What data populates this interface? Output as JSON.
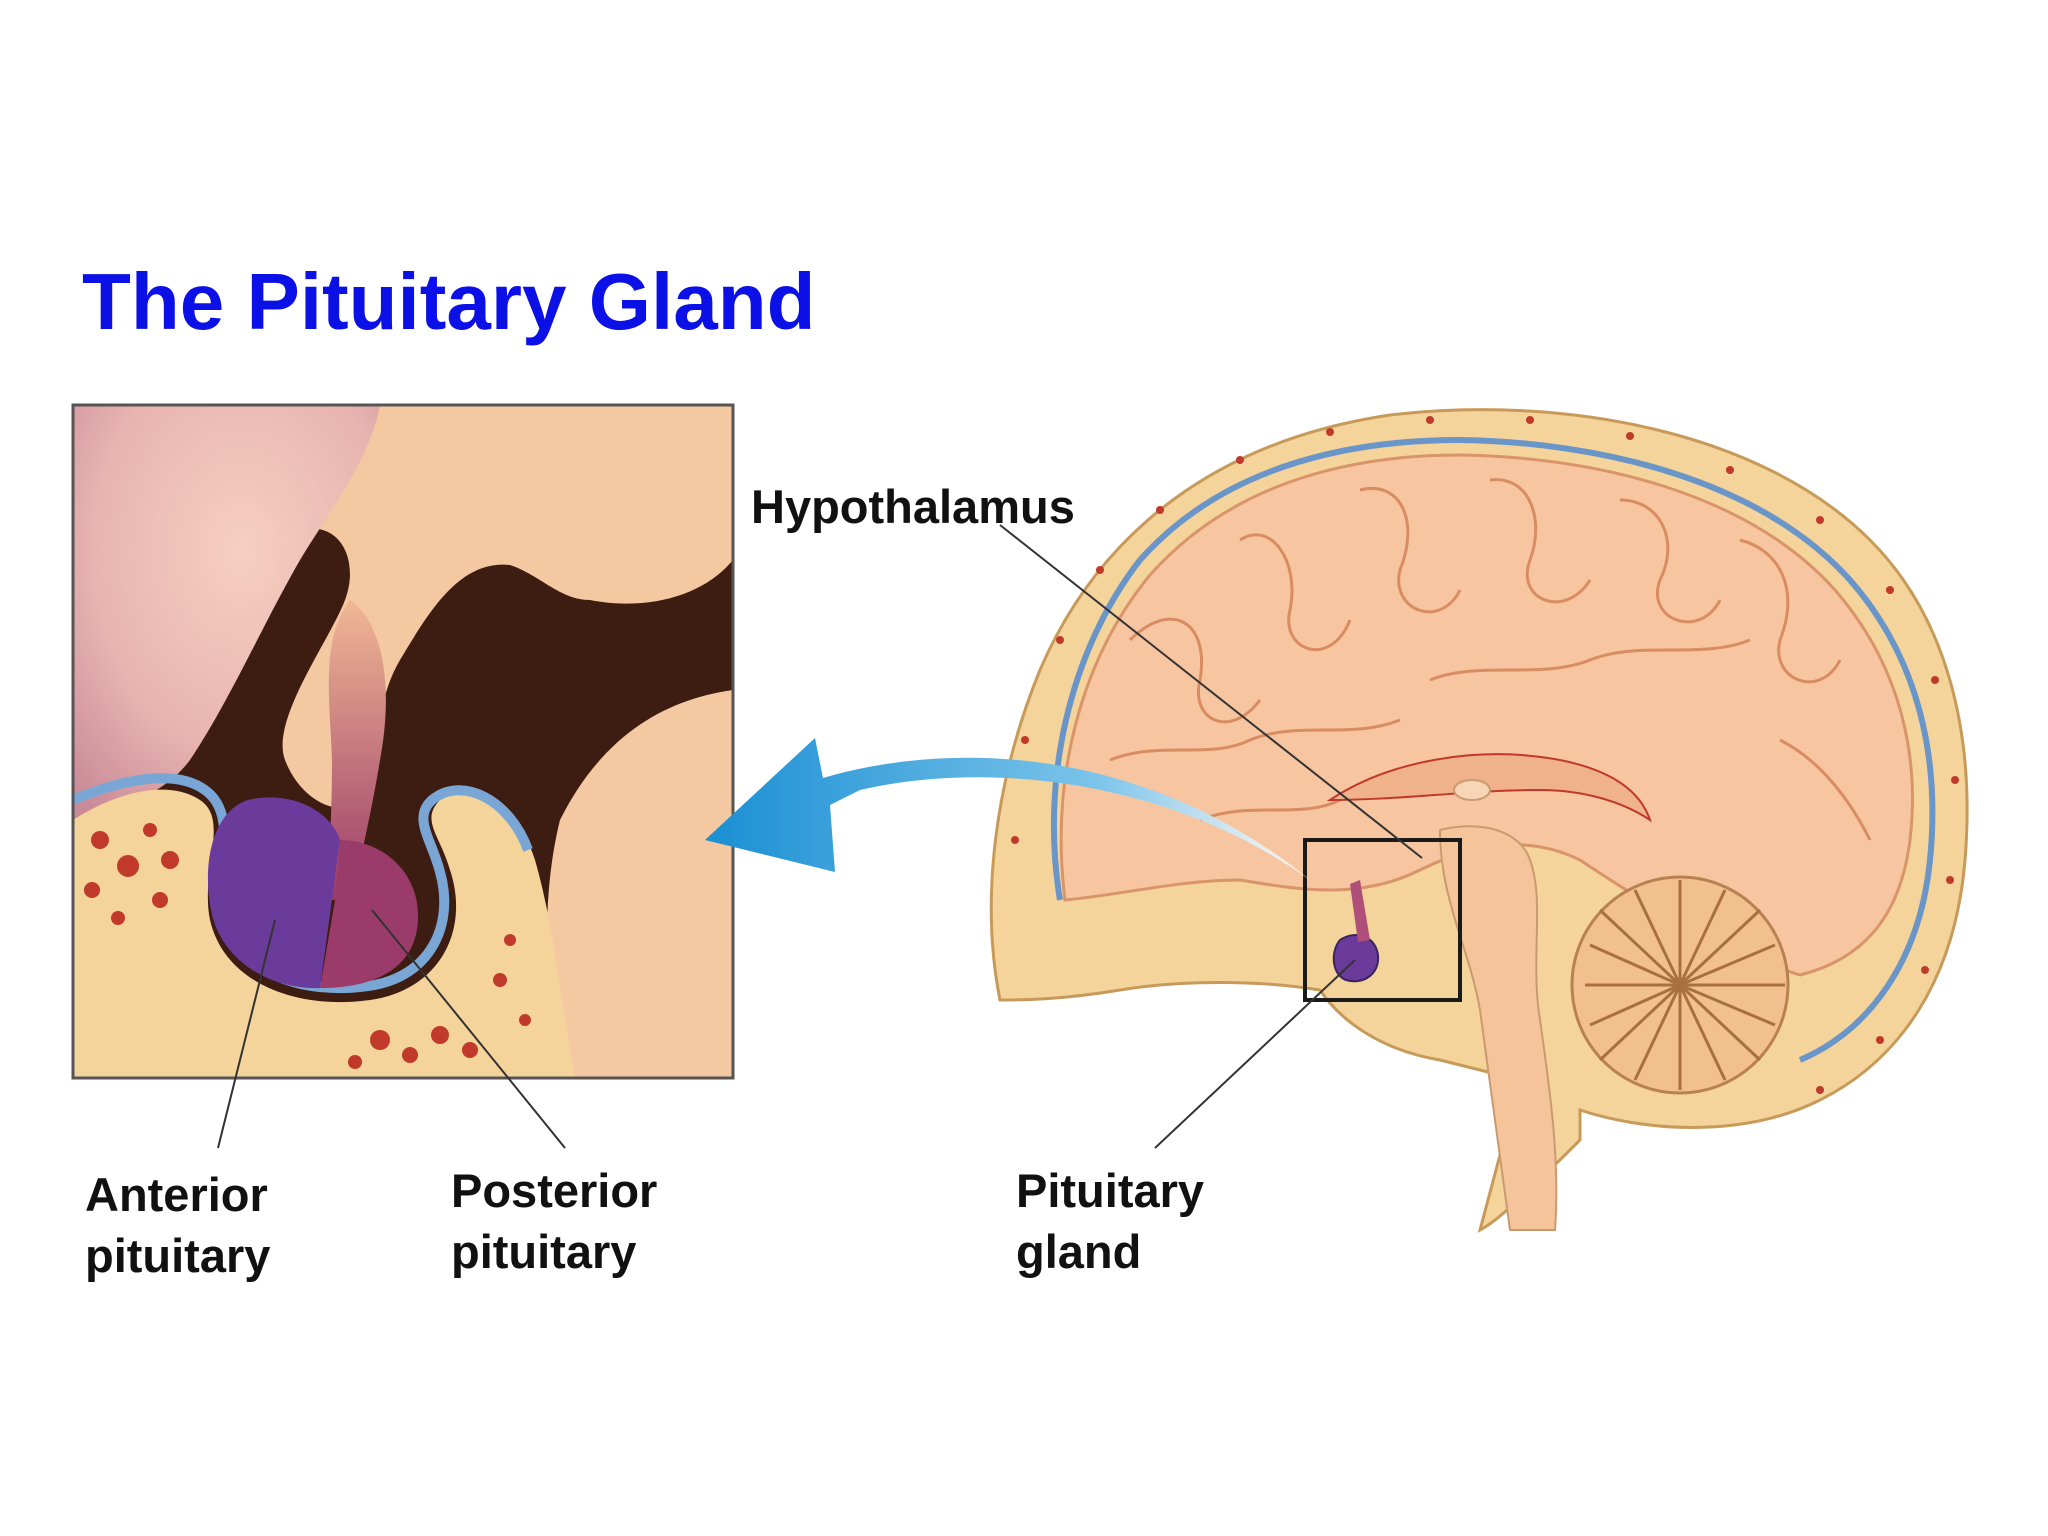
{
  "title": "The Pituitary Gland",
  "labels": {
    "hypothalamus": "Hypothalamus",
    "anterior_line1": "Anterior",
    "anterior_line2": "pituitary",
    "posterior_line1": "Posterior",
    "posterior_line2": "pituitary",
    "gland_line1": "Pituitary",
    "gland_line2": "gland"
  },
  "colors": {
    "title": "#0a10e6",
    "brain_tissue": "#f5c49b",
    "skull_bone": "#f4d79c",
    "membrane": "#7aa6d6",
    "anterior_lobe": "#6a3a9a",
    "posterior_lobe": "#9a3b6a",
    "arrow": "#1c95d6"
  }
}
